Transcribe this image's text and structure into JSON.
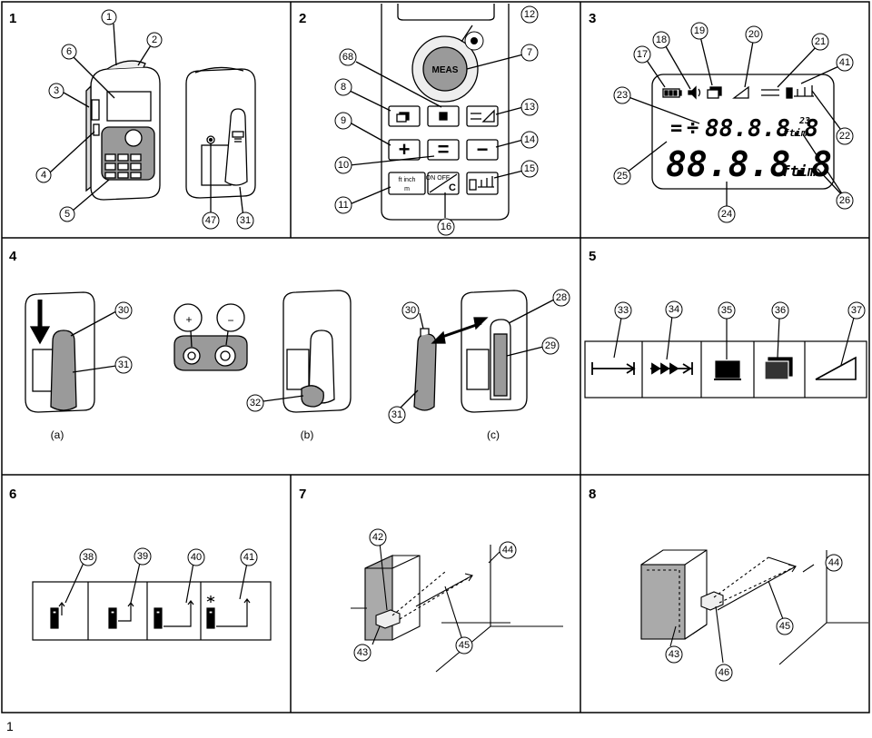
{
  "page_number": "1",
  "panels": [
    "1",
    "2",
    "3",
    "4",
    "5",
    "6",
    "7",
    "8"
  ],
  "callouts": {
    "p1": [
      "1",
      "2",
      "3",
      "4",
      "5",
      "6",
      "47",
      "31"
    ],
    "p2": [
      "12",
      "7",
      "68",
      "8",
      "13",
      "9",
      "14",
      "10",
      "15",
      "11",
      "16"
    ],
    "p3": [
      "17",
      "18",
      "19",
      "20",
      "21",
      "41",
      "22",
      "23",
      "25",
      "26",
      "24"
    ],
    "p4": [
      "30",
      "31",
      "32",
      "30",
      "28",
      "29",
      "31"
    ],
    "p5": [
      "33",
      "34",
      "35",
      "36",
      "37"
    ],
    "p6": [
      "38",
      "39",
      "40",
      "41"
    ],
    "p7": [
      "42",
      "44",
      "43",
      "45"
    ],
    "p8": [
      "44",
      "45",
      "43",
      "46"
    ]
  },
  "sub_labels": [
    "(a)",
    "(b)",
    "(c)"
  ],
  "keys": {
    "meas": "MEAS",
    "plus": "+",
    "equals": "=",
    "minus": "−",
    "units_top": "ft   inch",
    "units_bottom": "m",
    "on_off": "ON\nOFF",
    "c": "C"
  },
  "lcd": {
    "eq": "=",
    "div": "÷",
    "digits_small": "88.8.8.8",
    "digits_big": "88.8.8.8",
    "unit": "ftim",
    "exp": "23"
  },
  "battery_signs": {
    "plus": "+",
    "minus": "−"
  }
}
